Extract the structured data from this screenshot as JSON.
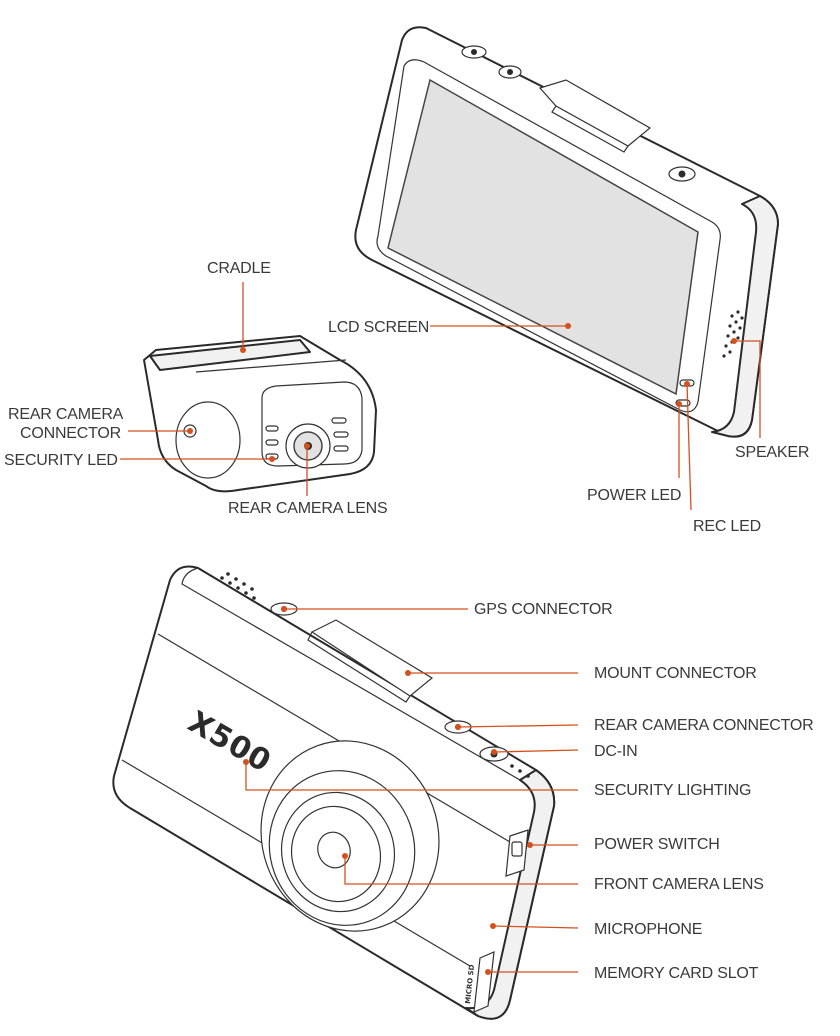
{
  "product_logo": "X500",
  "card_slot_text": "MICRO SD",
  "accent_color": "#d4511d",
  "labels": {
    "cradle": "CRADLE",
    "lcd_screen": "LCD SCREEN",
    "rear_camera_connector_line1": "REAR CAMERA",
    "rear_camera_connector_line2": "CONNECTOR",
    "security_led": "SECURITY LED",
    "rear_camera_lens": "REAR CAMERA LENS",
    "speaker": "SPEAKER",
    "power_led": "POWER LED",
    "rec_led": "REC LED",
    "gps_connector": "GPS CONNECTOR",
    "mount_connector": "MOUNT CONNECTOR",
    "rear_camera_connector": "REAR CAMERA CONNECTOR",
    "dc_in": "DC-IN",
    "security_lighting": "SECURITY LIGHTING",
    "power_switch": "POWER SWITCH",
    "front_camera_lens": "FRONT CAMERA LENS",
    "microphone": "MICROPHONE",
    "memory_card_slot": "MEMORY CARD SLOT"
  }
}
